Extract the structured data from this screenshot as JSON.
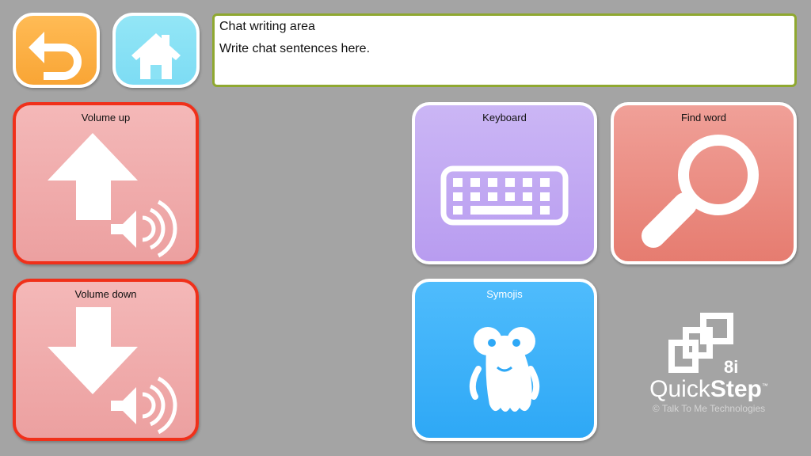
{
  "chat": {
    "title": "Chat writing area",
    "placeholder": "Write chat sentences here."
  },
  "tiles": {
    "volume_up": "Volume up",
    "volume_down": "Volume down",
    "keyboard": "Keyboard",
    "find_word": "Find word",
    "symojis": "Symojis"
  },
  "logo": {
    "version": "8i",
    "name_a": "Quick",
    "name_b": "Step",
    "tm": "™",
    "copyright": "© Talk To Me Technologies"
  }
}
